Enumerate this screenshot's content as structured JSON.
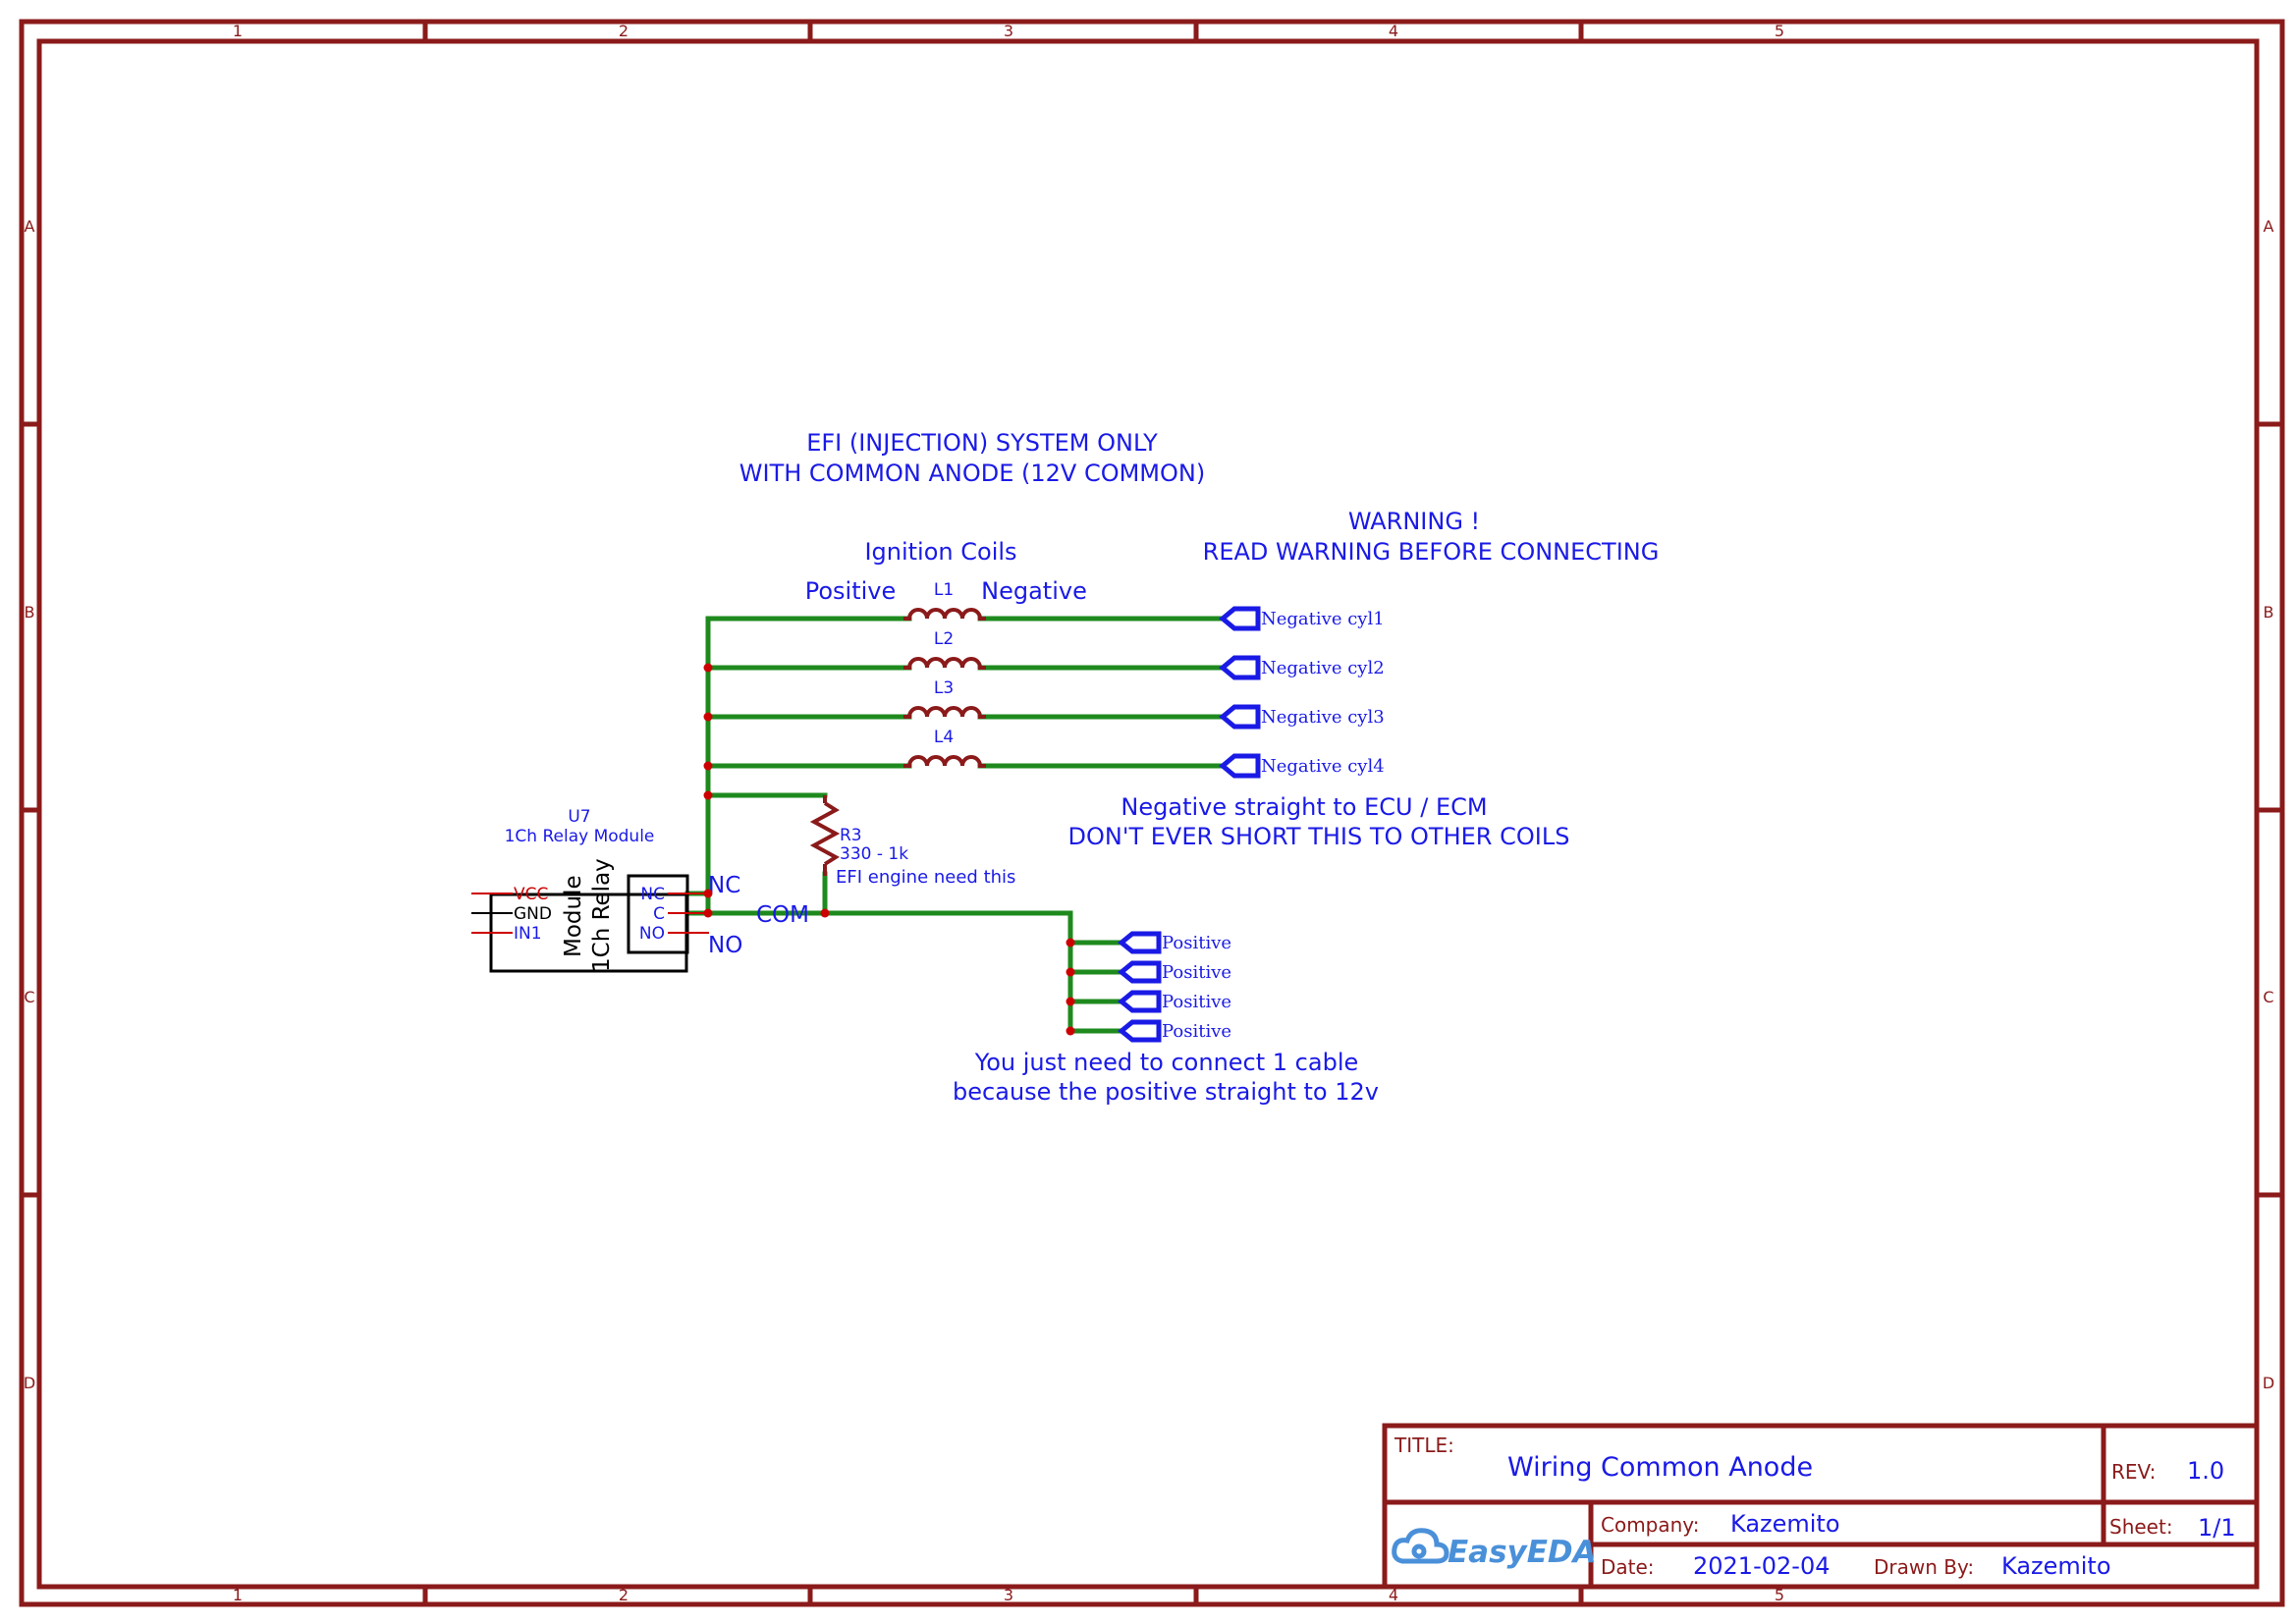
{
  "sheet": {
    "columns": [
      "1",
      "2",
      "3",
      "4",
      "5"
    ],
    "rows": [
      "A",
      "B",
      "C",
      "D"
    ],
    "colors": {
      "frame": "#8B1A1A",
      "wire": "#1E8A1E",
      "text": "#1A1AE6",
      "junction": "#CC0000",
      "port": "#1A1AE6",
      "pin": "#CC0000"
    }
  },
  "notes": {
    "efi_line1": "EFI (INJECTION) SYSTEM ONLY",
    "efi_line2": "WITH COMMON ANODE (12V COMMON)",
    "warning_line1": "WARNING !",
    "warning_line2": "READ WARNING BEFORE CONNECTING",
    "ignition_coils": "Ignition Coils",
    "positive": "Positive",
    "negative": "Negative",
    "neg_note_line1": "Negative straight to ECU / ECM",
    "neg_note_line2": "DON'T EVER SHORT THIS TO OTHER COILS",
    "pos_note_line1": "You just need to connect 1 cable",
    "pos_note_line2": "because the positive straight to 12v"
  },
  "coils": [
    {
      "designator": "L1",
      "port_label": "Negative cyl1"
    },
    {
      "designator": "L2",
      "port_label": "Negative cyl2"
    },
    {
      "designator": "L3",
      "port_label": "Negative cyl3"
    },
    {
      "designator": "L4",
      "port_label": "Negative cyl4"
    }
  ],
  "resistor": {
    "designator": "R3",
    "value": "330 - 1k",
    "note": "EFI engine need this"
  },
  "relay": {
    "designator": "U7",
    "name": "1Ch Relay Module",
    "body_line1": "1Ch Relay",
    "body_line2": "Module",
    "left_pins": [
      "VCC",
      "GND",
      "IN1"
    ],
    "right_pins": [
      "NC",
      "C",
      "NO"
    ],
    "net_nc": "NC",
    "net_com": "COM",
    "net_no": "NO"
  },
  "positive_ports": [
    "Positive",
    "Positive",
    "Positive",
    "Positive"
  ],
  "title_block": {
    "title_label": "TITLE:",
    "title": "Wiring Common Anode",
    "rev_label": "REV:",
    "rev": "1.0",
    "company_label": "Company:",
    "company": "Kazemito",
    "sheet_label": "Sheet:",
    "sheet": "1/1",
    "date_label": "Date:",
    "date": "2021-02-04",
    "drawn_by_label": "Drawn By:",
    "drawn_by": "Kazemito",
    "logo": "EasyEDA"
  }
}
